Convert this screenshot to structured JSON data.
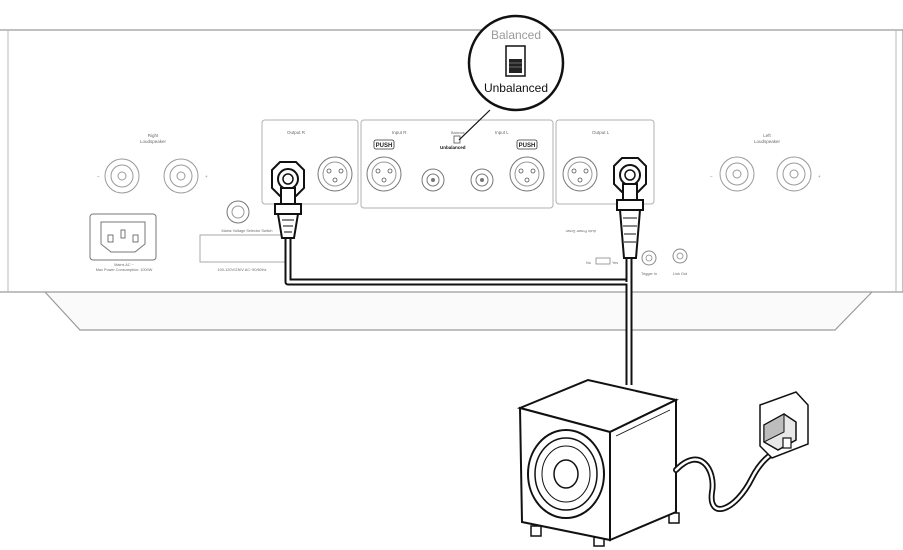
{
  "callout": {
    "top_label": "Balanced",
    "bottom_label": "Unbalanced"
  },
  "panel": {
    "speaker_right_label": "Right\nLoudspeaker",
    "speaker_left_label": "Left\nLoudspeaker",
    "output_r_label": "Output R",
    "input_r_label": "Input R",
    "balance_label": "Balance",
    "unbalanced_small_label": "Unbalanced",
    "input_l_label": "Input L",
    "output_l_label": "Output L",
    "push_label": "PUSH",
    "mains_label": "Mains AC ~",
    "max_power_label": "Max Power Consumption: 1000W",
    "voltage_selector_label": "Mains Voltage Selector Switch",
    "voltage_range_label": "100-120V/230V AC~50/60Hz",
    "auto_power_down_label": "Auto Power Down",
    "trigger_label": "Trigger In",
    "link_out_label": "Link Out"
  },
  "colors": {
    "outline": "#111111",
    "panel_line": "#9a9a9a",
    "faint_line": "#b8b8b8"
  }
}
